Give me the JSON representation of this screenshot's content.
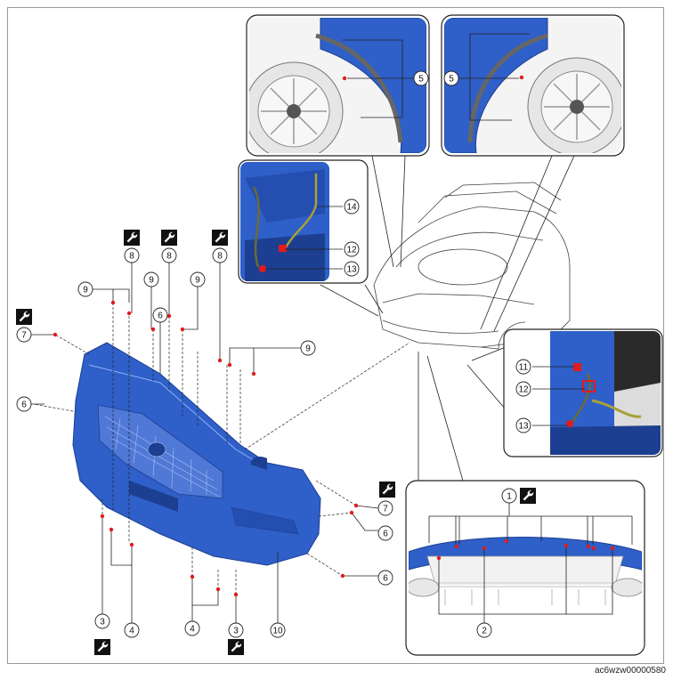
{
  "figure_id": "ac6wzw00000580",
  "callouts": {
    "c1": "1",
    "c2": "2",
    "c3": "3",
    "c4": "4",
    "c5": "5",
    "c6": "6",
    "c7": "7",
    "c8": "8",
    "c9": "9",
    "c10": "10",
    "c11": "11",
    "c12": "12",
    "c13": "13",
    "c14": "14"
  },
  "icons": {
    "torque": "wrench-icon"
  },
  "colors": {
    "part_blue": "#2f5fc8",
    "part_blue_dark": "#1d3f91",
    "highlight_red": "#e21b1b",
    "line": "#222222",
    "tire": "#e6e6e6"
  }
}
